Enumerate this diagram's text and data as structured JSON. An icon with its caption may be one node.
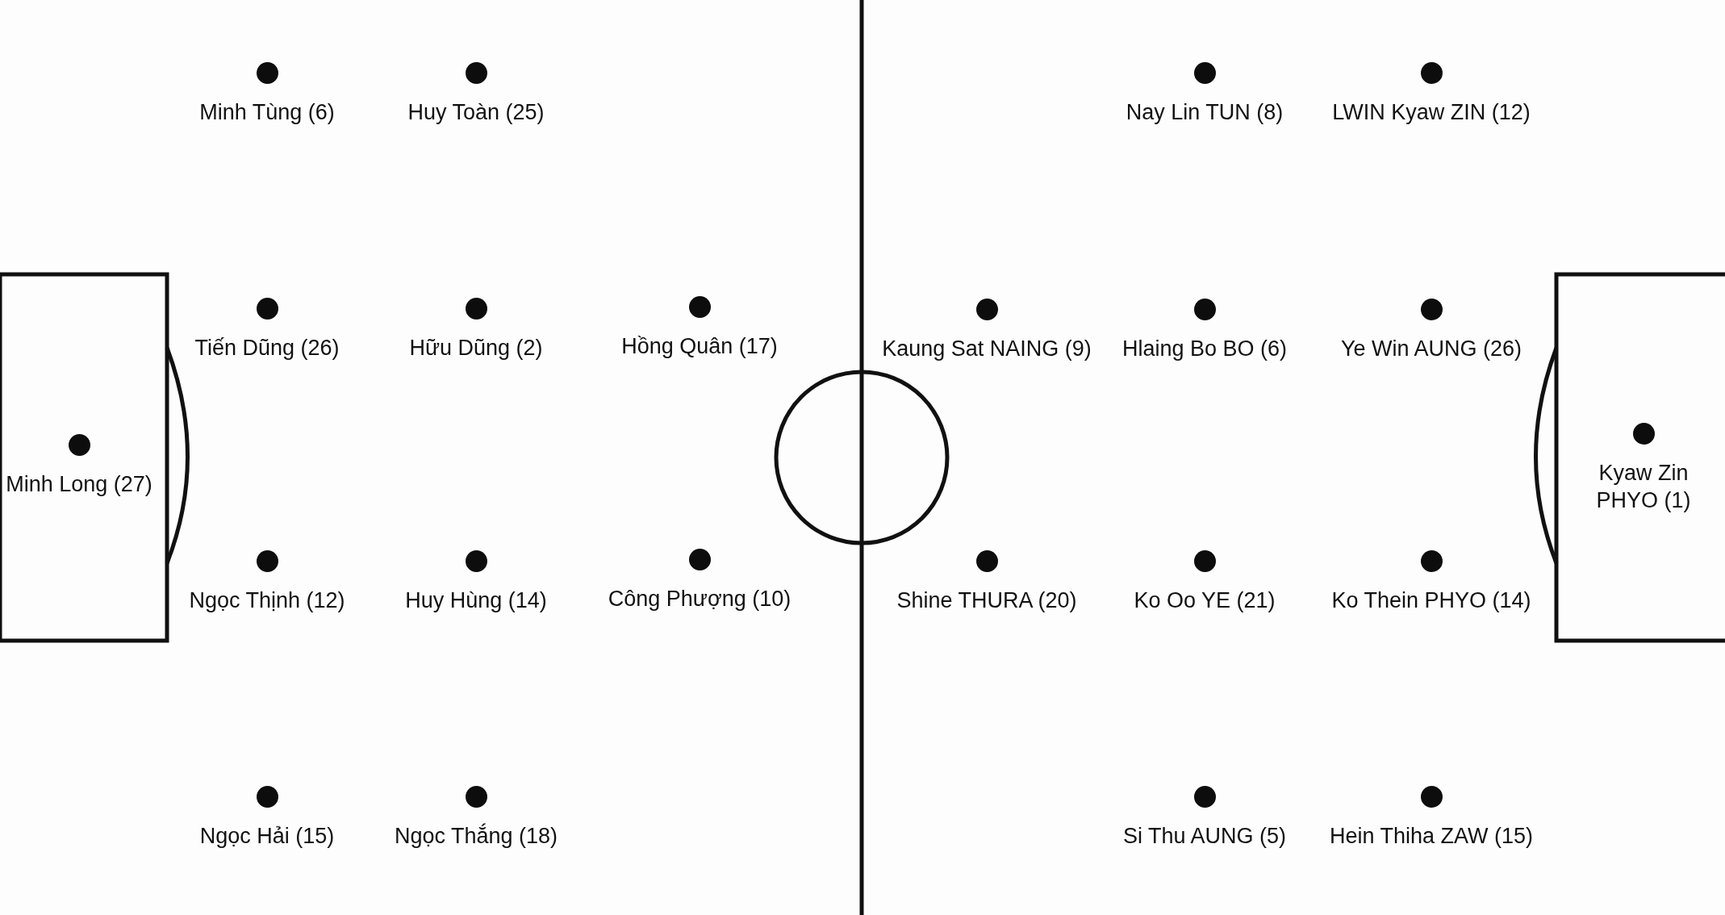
{
  "diagram": {
    "nodes": [
      {
        "text": [
          "Minh Tùng (6)"
        ]
      },
      {
        "text": [
          "Huy Toàn (25)"
        ]
      },
      {
        "text": [
          "Tiến Dũng (26)"
        ]
      },
      {
        "text": [
          "Hữu Dũng (2)"
        ]
      },
      {
        "text": [
          "Hồng Quân (17)"
        ]
      },
      {
        "text": [
          "Minh Long (27)"
        ]
      },
      {
        "text": [
          "Ngọc Thịnh (12)"
        ]
      },
      {
        "text": [
          "Huy Hùng (14)"
        ]
      },
      {
        "text": [
          "Công Phượng (10)"
        ]
      },
      {
        "text": [
          "Ngọc Hải (15)"
        ]
      },
      {
        "text": [
          "Ngọc Thắng (18)"
        ]
      },
      {
        "text": [
          "Nay Lin TUN (8)"
        ]
      },
      {
        "text": [
          "LWIN Kyaw ZIN (12)"
        ]
      },
      {
        "text": [
          "Kaung Sat NAING (9)"
        ]
      },
      {
        "text": [
          "Hlaing Bo BO (6)"
        ]
      },
      {
        "text": [
          "Ye Win AUNG (26)"
        ]
      },
      {
        "text": [
          "Kyaw Zin PHYO (1)"
        ]
      },
      {
        "text": [
          "Shine THURA (20)"
        ]
      },
      {
        "text": [
          "Ko Oo YE (21)"
        ]
      },
      {
        "text": [
          "Ko Thein PHYO (14)"
        ]
      },
      {
        "text": [
          "Si Thu AUNG (5)"
        ]
      },
      {
        "text": [
          "Hein Thiha ZAW (15)"
        ]
      }
    ]
  }
}
